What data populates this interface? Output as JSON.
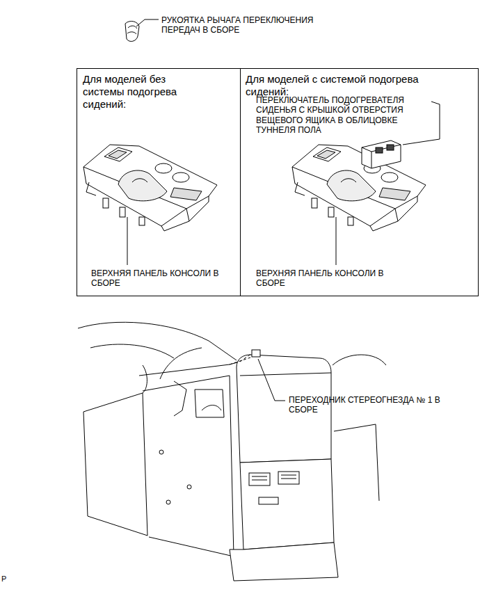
{
  "diagram": {
    "nodes": [
      {
        "text": [
          "Для моделей без системы подогрева сидений:",
          "ВЕРХНЯЯ ПАНЕЛЬ КОНСОЛИ В СБОРЕ"
        ]
      },
      {
        "text": [
          "Для моделей с системой подогрева сидений:",
          "ПЕРЕКЛЮЧАТЕЛЬ ПОДОГРЕВАТЕЛЯ СИДЕНЬЯ С КРЫШКОЙ ОТВЕРСТИЯ ВЕЩЕВОГО ЯЩИКА В ОБЛИЦОВКЕ ТУННЕЛЯ ПОЛА",
          "ВЕРХНЯЯ ПАНЕЛЬ КОНСОЛИ В СБОРЕ"
        ]
      }
    ],
    "labels": [
      "РУКОЯТКА РЫЧАГА ПЕРЕКЛЮЧЕНИЯ ПЕРЕДАЧ В СБОРЕ",
      "ПЕРЕХОДНИК СТЕРЕОГНЕЗДА № 1 В СБОРЕ",
      "P"
    ]
  }
}
